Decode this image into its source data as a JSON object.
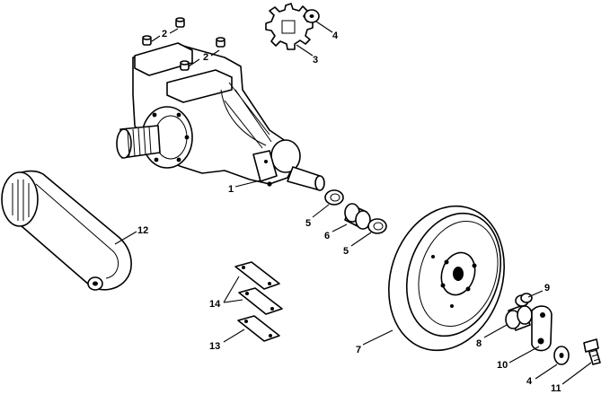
{
  "callouts": {
    "c1": "1",
    "c2a": "2",
    "c2b": "2",
    "c3": "3",
    "c4a": "4",
    "c4b": "4",
    "c5a": "5",
    "c5b": "5",
    "c6": "6",
    "c7": "7",
    "c8": "8",
    "c9": "9",
    "c10": "10",
    "c11": "11",
    "c12": "12",
    "c13": "13",
    "c14": "14"
  }
}
